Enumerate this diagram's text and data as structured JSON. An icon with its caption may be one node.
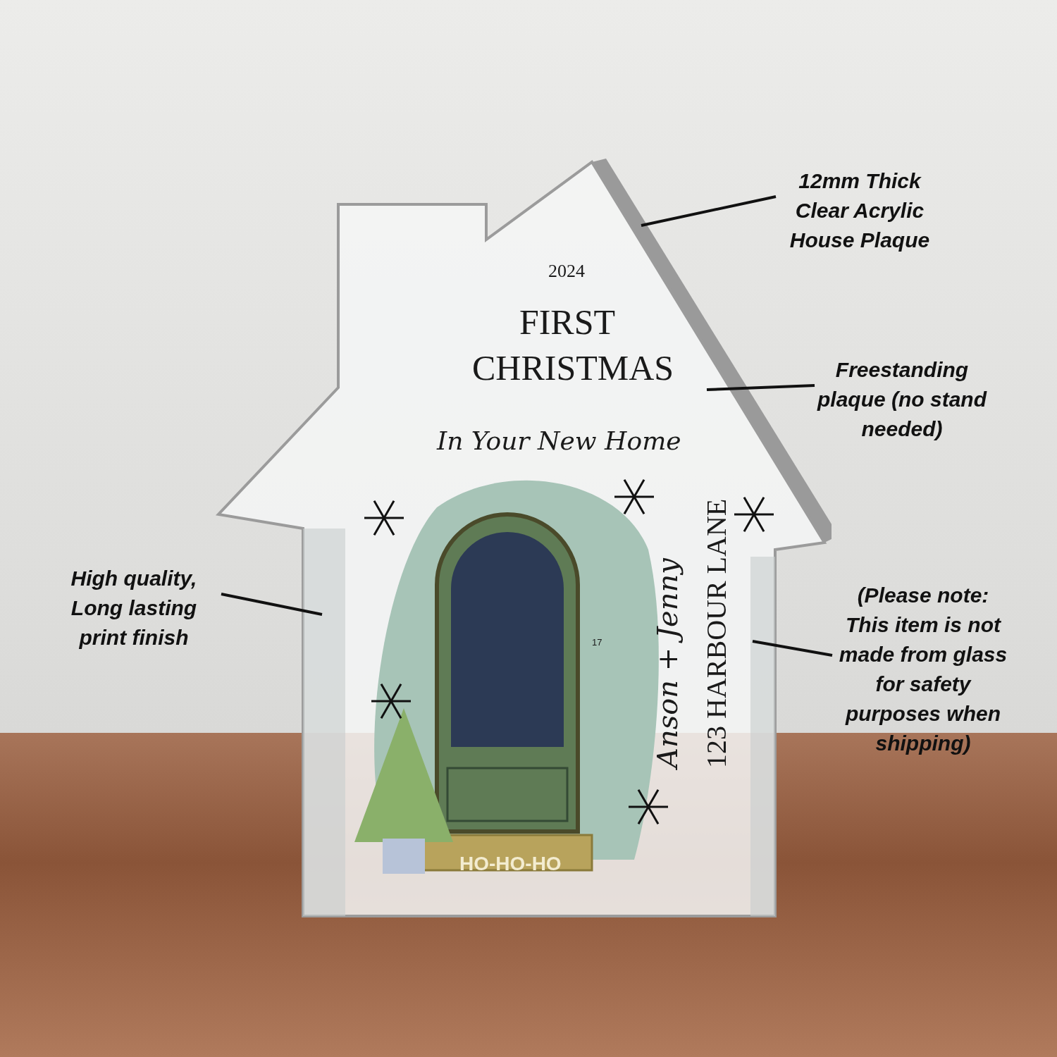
{
  "diagram": {
    "nodes": [
      {
        "text": [
          "2024",
          "FIRST CHRISTMAS",
          "In Your New Home",
          "Anson + Jenny",
          "123 HARBOUR LANE",
          "17",
          "HO-HO-HO"
        ]
      },
      {
        "text": [
          "12mm Thick Clear Acrylic House Plaque"
        ]
      },
      {
        "text": [
          "Freestanding plaque (no stand needed)"
        ]
      },
      {
        "text": [
          "High quality, Long lasting print finish"
        ]
      },
      {
        "text": [
          "(Please note: This item is not made from glass for safety purposes when shipping)"
        ]
      },
      {
        "text": [],
        "shape": "bar",
        "in": 0
      },
      {
        "text": [],
        "shape": "bar",
        "in": 0
      }
    ],
    "edges": [
      {
        "from": 1,
        "to": 0,
        "arrow": "none"
      },
      {
        "from": 2,
        "to": 0,
        "arrow": "none"
      },
      {
        "from": 3,
        "to": 5,
        "arrow": "none"
      },
      {
        "from": 4,
        "to": 6,
        "arrow": "none"
      }
    ]
  }
}
